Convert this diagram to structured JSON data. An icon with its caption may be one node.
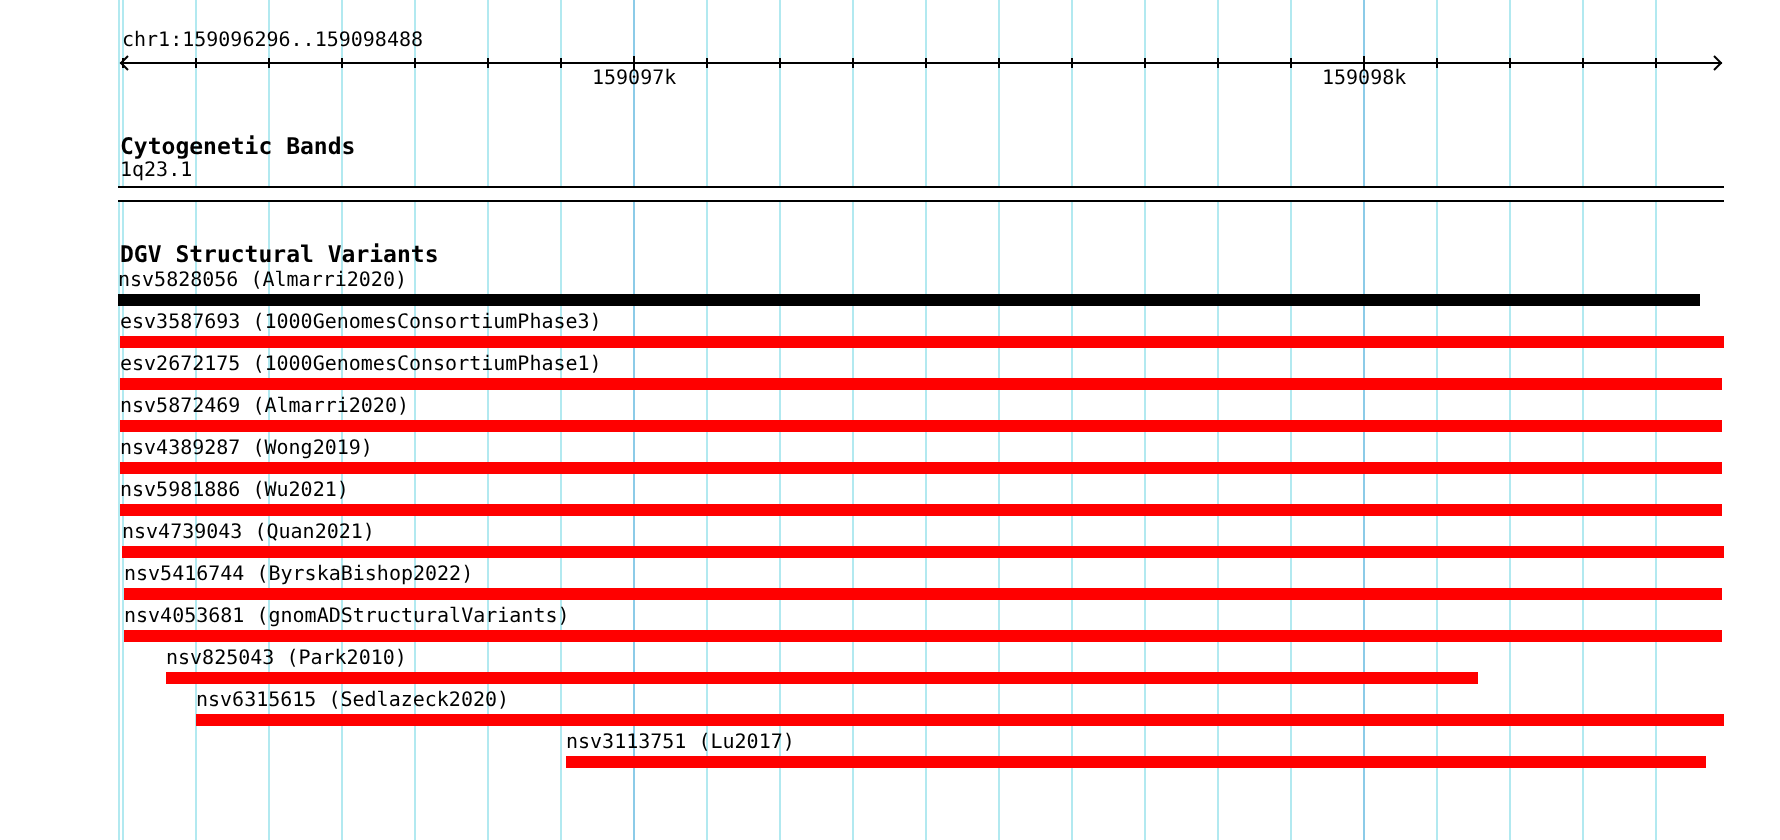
{
  "diagram": {
    "nodes": [
      {
        "text": [
          "1q23.1"
        ]
      },
      {
        "text": [
          "nsv5828056 (Almarri2020)"
        ]
      },
      {
        "text": [
          "esv3587693 (1000GenomesConsortiumPhase3)"
        ]
      },
      {
        "text": [
          "esv2672175 (1000GenomesConsortiumPhase1)"
        ]
      },
      {
        "text": [
          "nsv5872469 (Almarri2020)"
        ]
      },
      {
        "text": [
          "nsv4389287 (Wong2019)"
        ]
      },
      {
        "text": [
          "nsv5981886 (Wu2021)"
        ]
      },
      {
        "text": [
          "nsv4739043 (Quan2021)"
        ]
      },
      {
        "text": [
          "nsv5416744 (ByrskaBishop2022)"
        ]
      },
      {
        "text": [
          "nsv4053681 (gnomADStructuralVariants)"
        ]
      },
      {
        "text": [
          "nsv825043 (Park2010)"
        ]
      },
      {
        "text": [
          "nsv6315615 (Sedlazeck2020)"
        ]
      },
      {
        "text": [
          "nsv3113751 (Lu2017)"
        ]
      }
    ],
    "labels": [
      "chr1:159096296..159098488",
      "159097k",
      "159098k",
      "Cytogenetic Bands",
      "DGV Structural Variants"
    ]
  }
}
